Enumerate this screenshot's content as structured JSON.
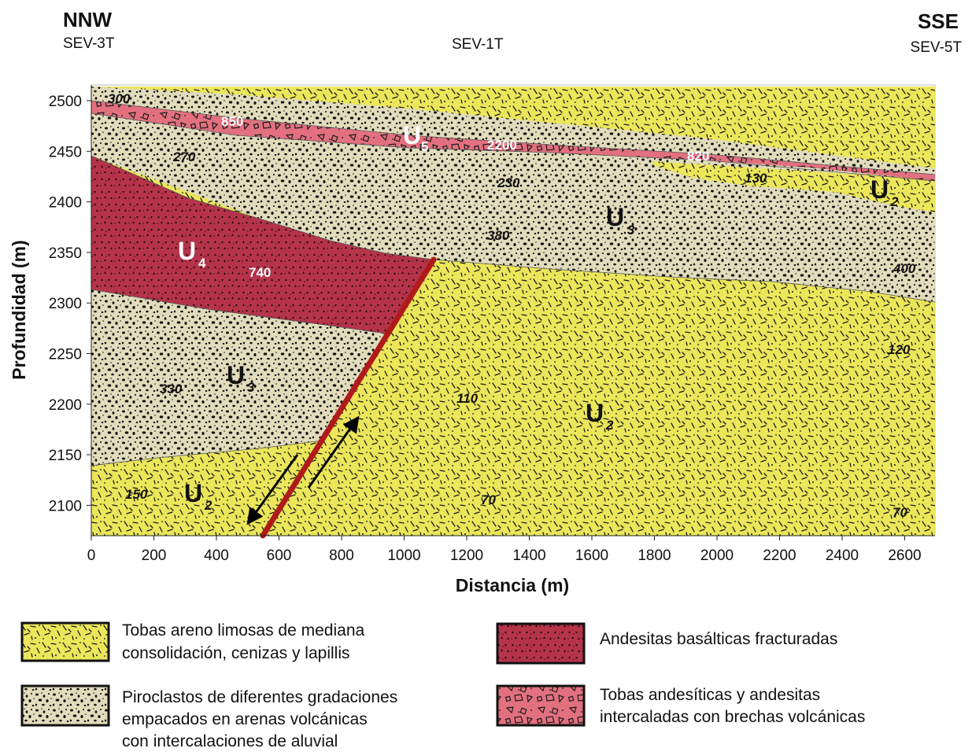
{
  "header": {
    "left_direction": "NNW",
    "left_station": "SEV-3T",
    "center_station": "SEV-1T",
    "right_direction": "SSE",
    "right_station": "SEV-5T"
  },
  "axes": {
    "x_label": "Distancia (m)",
    "y_label": "Profundidad (m)",
    "x_ticks": [
      "0",
      "200",
      "400",
      "600",
      "800",
      "1000",
      "1200",
      "1400",
      "1600",
      "1800",
      "2000",
      "2200",
      "2400",
      "2600"
    ],
    "y_ticks": [
      "2500",
      "2450",
      "2400",
      "2350",
      "2300",
      "2250",
      "2200",
      "2150",
      "2100"
    ]
  },
  "units": {
    "u5": {
      "letter": "U",
      "sub": "5"
    },
    "u4": {
      "letter": "U",
      "sub": "4"
    },
    "u3_upper": {
      "letter": "U",
      "sub": "3"
    },
    "u3_lower": {
      "letter": "U",
      "sub": "3"
    },
    "u2_upper": {
      "letter": "U",
      "sub": "2"
    },
    "u2_center": {
      "letter": "U",
      "sub": "2"
    },
    "u2_lower": {
      "letter": "U",
      "sub": "2"
    }
  },
  "resistivities": {
    "r300": "300",
    "r850": "850",
    "r2200": "2200",
    "r820": "820",
    "r270": "270",
    "r230": "230",
    "r130": "130",
    "r380": "380",
    "r740": "740",
    "r400": "400",
    "r120": "120",
    "r330": "330",
    "r110": "110",
    "r150": "150",
    "r70_mid": "70",
    "r70_right": "70"
  },
  "legend": {
    "tobas_line1": "Tobas areno limosas de mediana",
    "tobas_line2": "consolidación, cenizas y lapillis",
    "piro_line1": "Piroclastos de diferentes gradaciones",
    "piro_line2": "empacados en arenas volcánicas",
    "piro_line3": "con intercalaciones de aluvial",
    "andesitas_line1": "Andesitas basálticas fracturadas",
    "brechas_line1": "Tobas andesíticas y andesitas",
    "brechas_line2": "intercaladas con brechas volcánicas"
  },
  "colors": {
    "tobas_fill": "#ebe65a",
    "piroclastos_fill": "#e2dcbc",
    "andesitas_fill": "#b5344a",
    "brechas_fill": "#e2707e",
    "fault_line": "#b01a1a"
  }
}
